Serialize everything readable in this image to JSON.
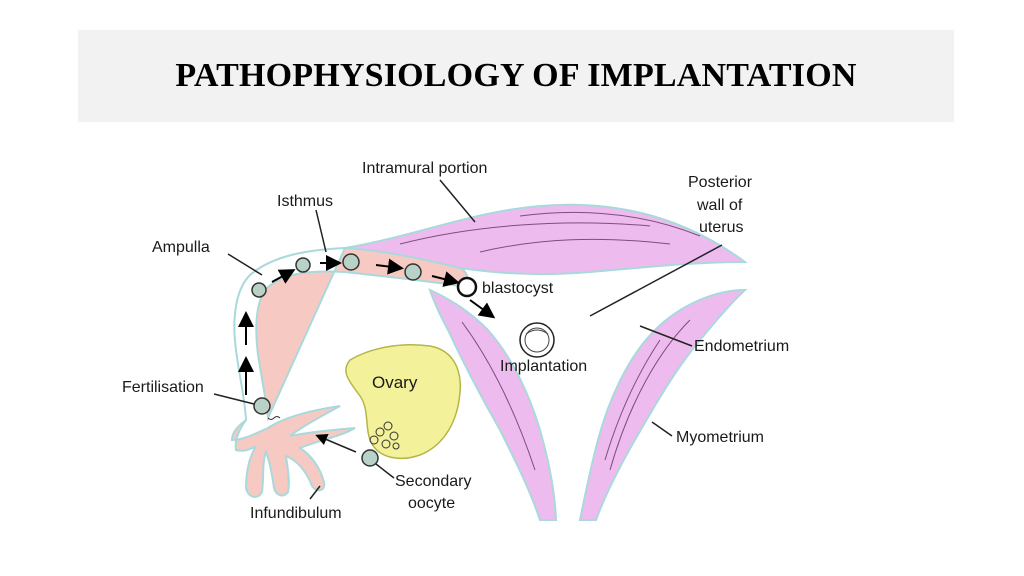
{
  "title": "PATHOPHYSIOLOGY OF IMPLANTATION",
  "labels": {
    "intramural": "Intramural portion",
    "isthmus": "Isthmus",
    "ampulla": "Ampulla",
    "posterior_1": "Posterior",
    "posterior_2": "wall of",
    "posterior_3": "uterus",
    "blastocyst": "blastocyst",
    "endometrium": "Endometrium",
    "implantation": "Implantation",
    "fertilisation": "Fertilisation",
    "ovary": "Ovary",
    "myometrium": "Myometrium",
    "secondary_1": "Secondary",
    "secondary_2": "oocyte",
    "infundibulum": "Infundibulum"
  },
  "colors": {
    "title_background": "#f2f2f2",
    "tube": "#f7c9c3",
    "uterus_wall": "#eebbee",
    "ovary": "#f3f29a",
    "outline_blue": "#a9d9dc",
    "cell_fill": "#b9d2c8"
  }
}
